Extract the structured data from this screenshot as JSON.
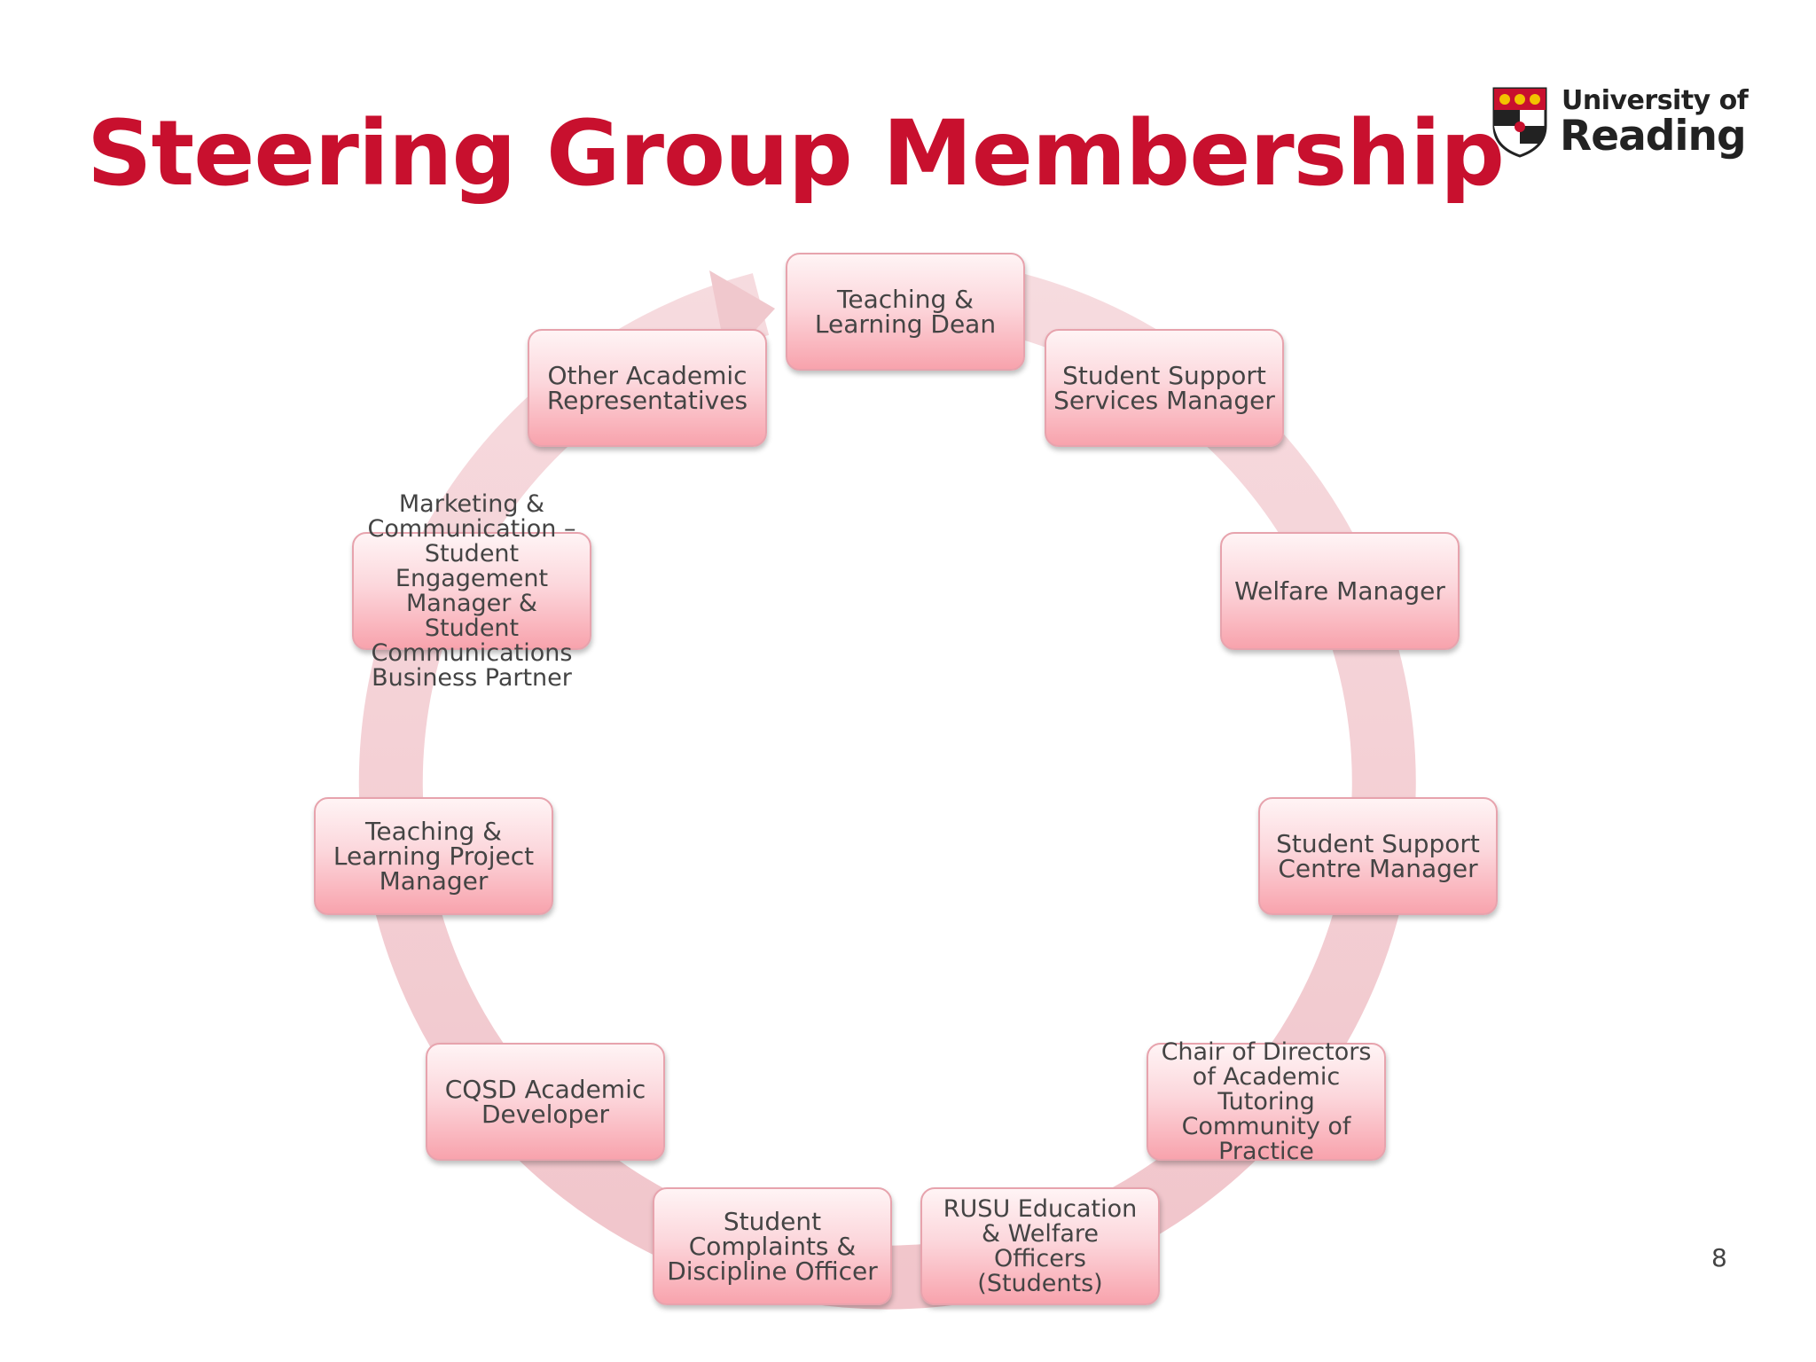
{
  "slide": {
    "title": "Steering Group Membership",
    "page_number": "8"
  },
  "logo": {
    "line1": "University of",
    "line2": "Reading"
  },
  "colors": {
    "title": "#c8102e",
    "node_fill": "#f8a3ad",
    "cycle_arrow": "#f2c9cf"
  },
  "members": [
    "Teaching &\nLearning Dean",
    "Student Support\nServices Manager",
    "Welfare Manager",
    "Student Support\nCentre Manager",
    "Chair of Directors\nof Academic\nTutoring\nCommunity of\nPractice",
    "RUSU Education\n& Welfare\nOfficers\n(Students)",
    "Student\nComplaints &\nDiscipline Officer",
    "CQSD Academic\nDeveloper",
    "Teaching &\nLearning Project\nManager",
    "Marketing &\nCommunication –\nStudent\nEngagement\nManager &\nStudent\nCommunications\nBusiness Partner",
    "Other Academic\nRepresentatives"
  ]
}
